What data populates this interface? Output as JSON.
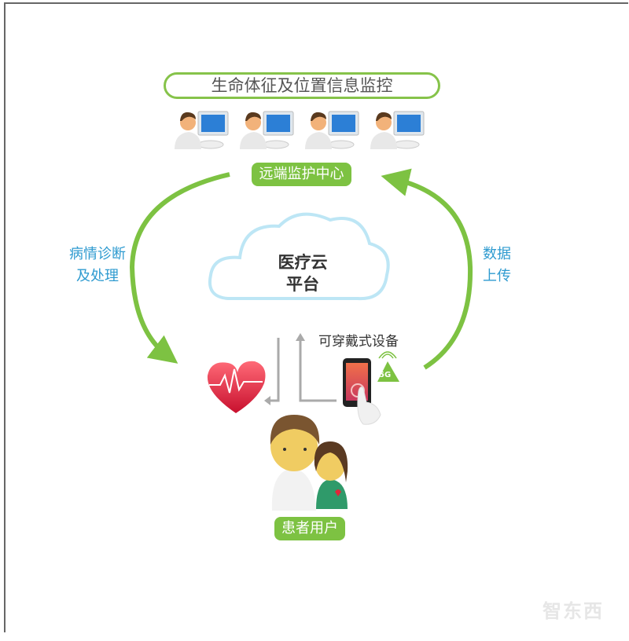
{
  "top_banner": "生命体征及位置信息监控",
  "center_label": "远端监护中心",
  "left_flow": [
    "病情诊断",
    "及处理"
  ],
  "right_flow": [
    "数据",
    "上传"
  ],
  "cloud": [
    "医疗云",
    "平台"
  ],
  "device_label": "可穿戴式设备",
  "network_badge": "5G",
  "patient_label": "患者用户",
  "watermark": "智东西",
  "icons": [
    "doctor-computer-icon",
    "cloud-icon",
    "heart-pulse-icon",
    "smartphone-touch-icon",
    "5g-tower-icon",
    "patient-family-icon"
  ],
  "colors": {
    "accent_green": "#7dc242",
    "label_blue": "#2f9bd0",
    "heart_red": "#e0263a"
  }
}
